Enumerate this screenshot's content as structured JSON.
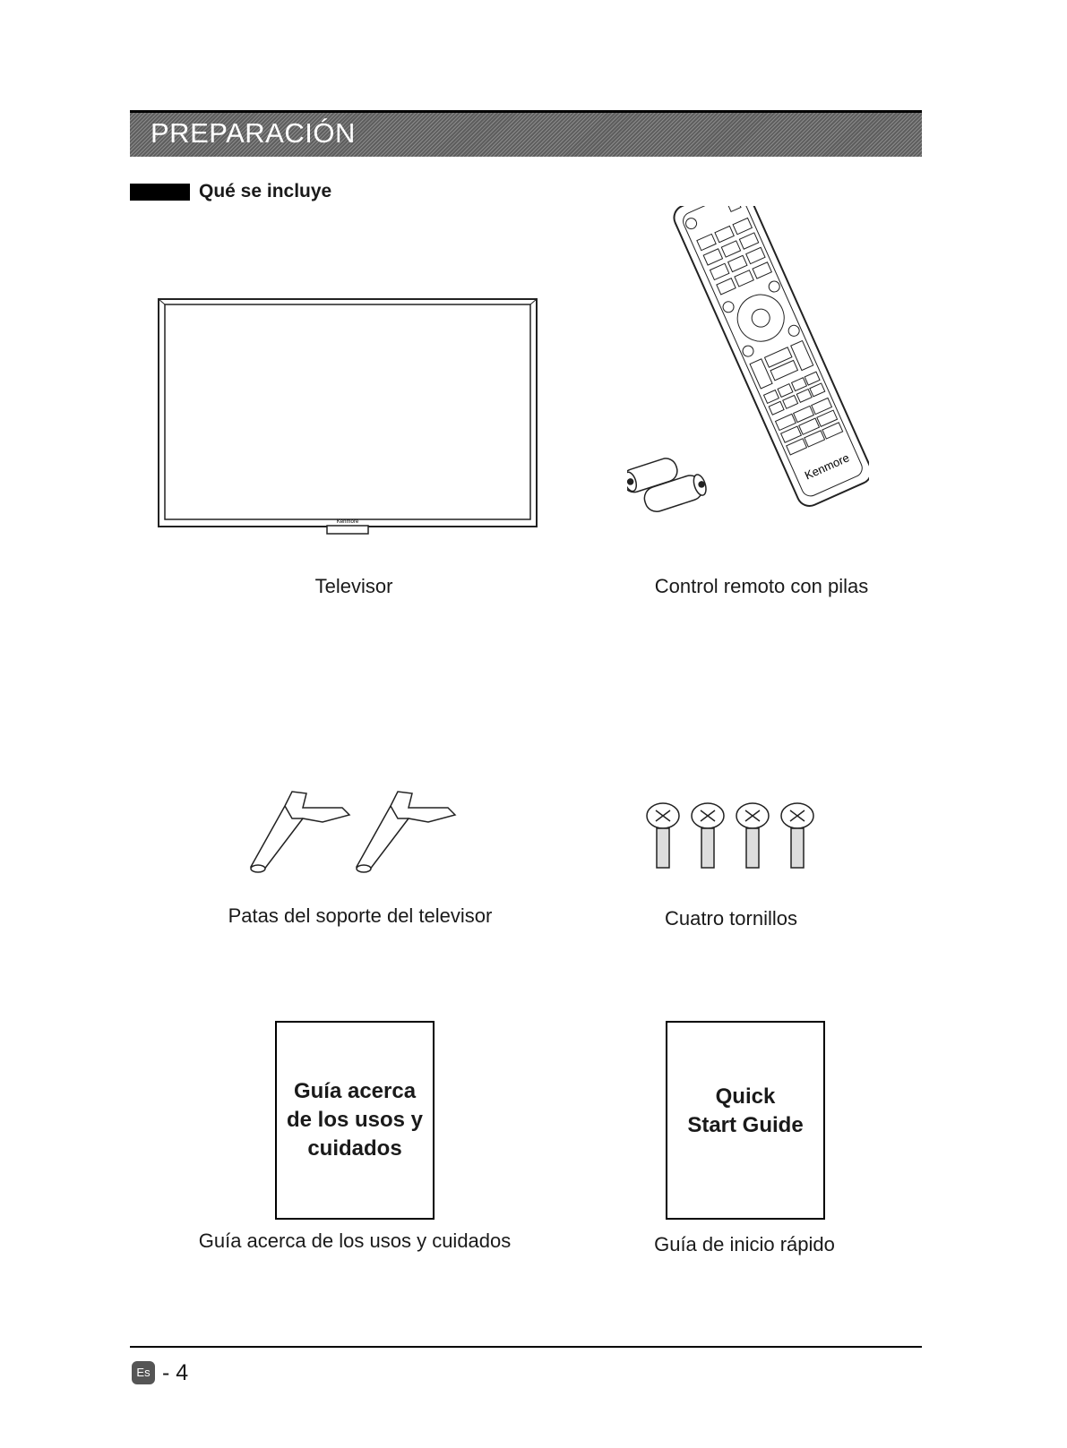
{
  "header": {
    "title": "PREPARACIÓN"
  },
  "section": {
    "title": "Qué se incluye"
  },
  "items": {
    "tv": {
      "caption": "Televisor",
      "brand": "Kenmore"
    },
    "remote": {
      "caption": "Control remoto con pilas",
      "brand": "Kenmore"
    },
    "stand": {
      "caption": "Patas del soporte del televisor"
    },
    "screws": {
      "caption": "Cuatro tornillos"
    },
    "care_guide": {
      "caption": "Guía acerca de los usos y cuidados",
      "cover_line1": "Guía acerca",
      "cover_line2": "de los usos y",
      "cover_line3": "cuidados"
    },
    "quick_guide": {
      "caption": "Guía de inicio rápido",
      "cover_line1": "Quick",
      "cover_line2": "Start Guide"
    }
  },
  "footer": {
    "lang_badge": "Es",
    "page_number": "- 4"
  }
}
